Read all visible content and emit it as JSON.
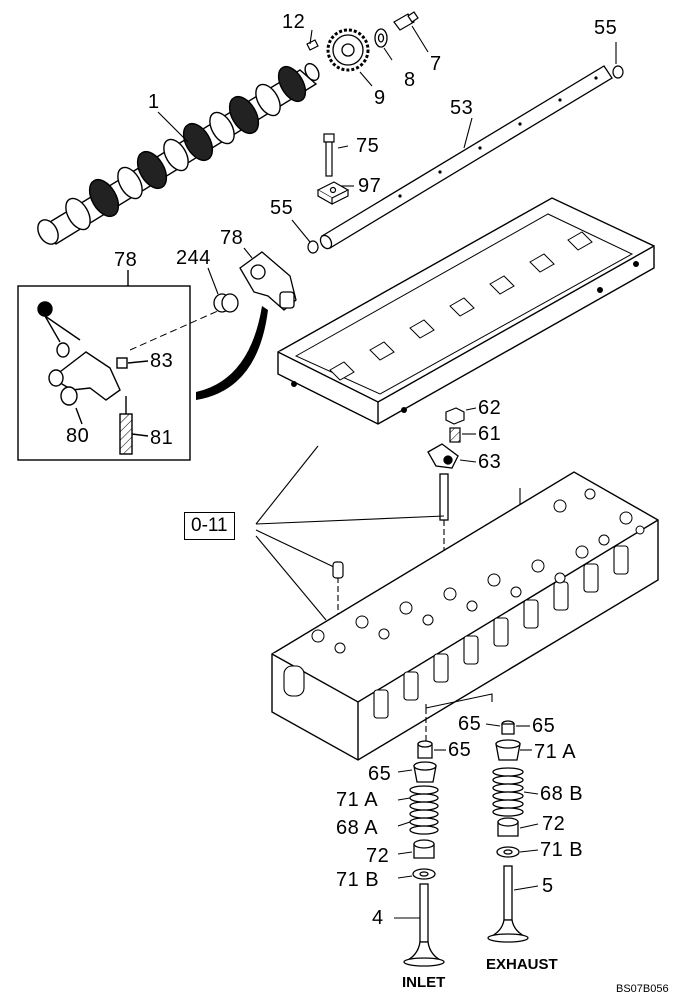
{
  "drawing": {
    "code": "BS07B056"
  },
  "captions": {
    "inlet": "INLET",
    "exhaust": "EXHAUST"
  },
  "callouts": {
    "c1": "1",
    "c12": "12",
    "c7": "7",
    "c8": "8",
    "c9": "9",
    "c55_top": "55",
    "c53": "53",
    "c75": "75",
    "c97": "97",
    "c55_mid": "55",
    "c78_rocker": "78",
    "c78_detail": "78",
    "c244": "244",
    "c83": "83",
    "c80": "80",
    "c81": "81",
    "c62": "62",
    "c61": "61",
    "c63": "63",
    "ref_0_11": "0-11",
    "c65_bridge_l": "65",
    "c65_bridge_r": "65",
    "c65_in_r": "65",
    "c65_in_l": "65",
    "c71a_in": "71 A",
    "c68a": "68 A",
    "c72_in": "72",
    "c71b_in": "71 B",
    "c4": "4",
    "c71a_ex": "71 A",
    "c68b": "68 B",
    "c72_ex": "72",
    "c71b_ex": "71 B",
    "c5": "5"
  }
}
